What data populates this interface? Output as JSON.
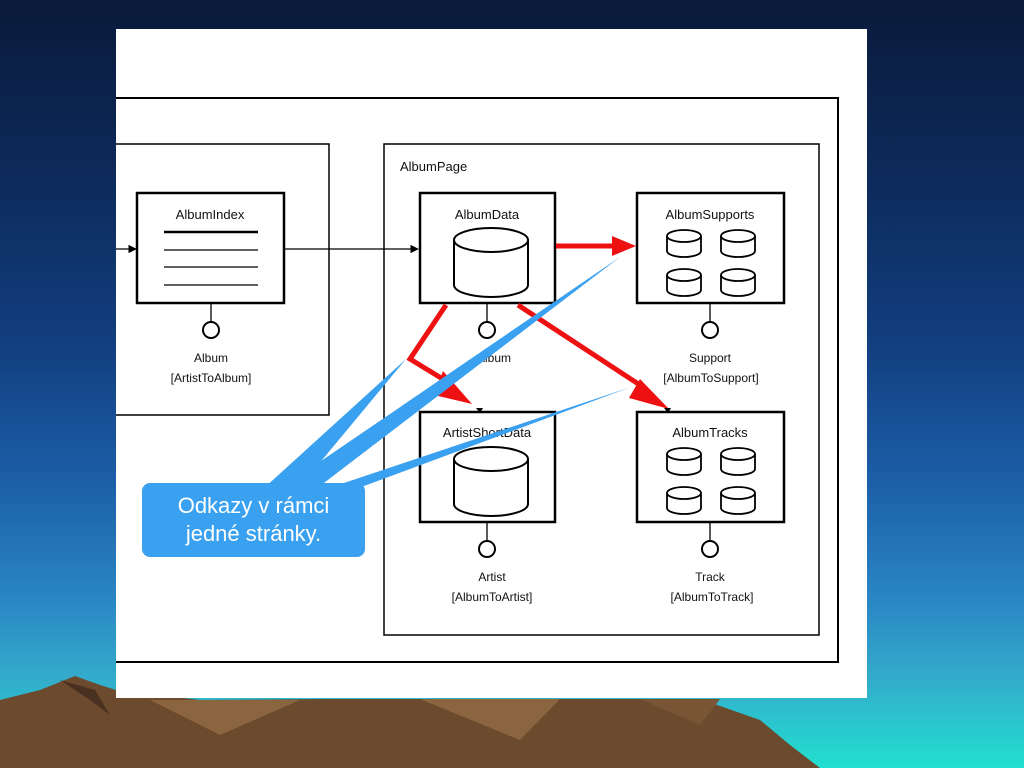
{
  "diagram": {
    "page_container_label": "AlbumPage",
    "units": {
      "album_index": {
        "title": "AlbumIndex",
        "link_label": "Album",
        "link_sublabel": "[ArtistToAlbum]"
      },
      "album_data": {
        "title": "AlbumData",
        "link_label": "Album"
      },
      "album_supports": {
        "title": "AlbumSupports",
        "link_label": "Support",
        "link_sublabel": "[AlbumToSupport]"
      },
      "artist_short_data": {
        "title": "ArtistShortData",
        "link_label": "Artist",
        "link_sublabel": "[AlbumToArtist]"
      },
      "album_tracks": {
        "title": "AlbumTracks",
        "link_label": "Track",
        "link_sublabel": "[AlbumToTrack]"
      }
    }
  },
  "callout": {
    "line1": "Odkazy v rámci",
    "line2": "jedné stránky."
  },
  "colors": {
    "highlight_arrow": "#ee1111",
    "callout_fill": "#3aa0f0"
  }
}
